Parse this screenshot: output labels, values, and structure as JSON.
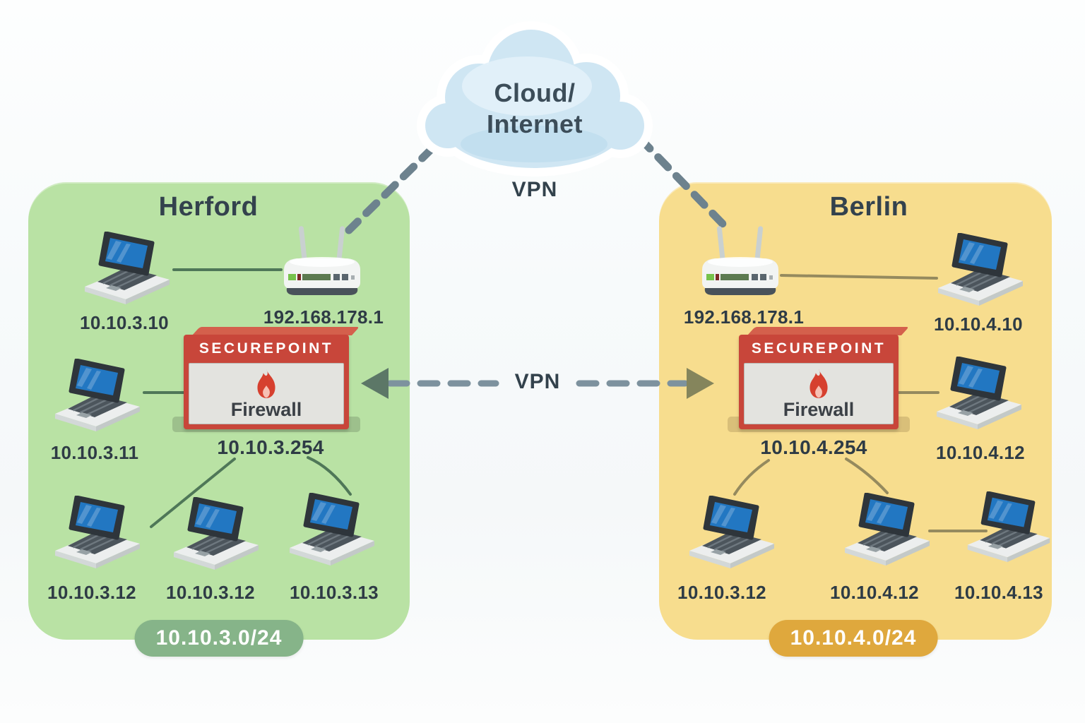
{
  "cloud": {
    "line1": "Cloud/",
    "line2": "Internet",
    "vpn_label": "VPN"
  },
  "vpn": {
    "center_label": "VPN"
  },
  "sites": {
    "herford": {
      "name": "Herford",
      "subnet": "10.10.3.0/24",
      "router_ip": "192.168.178.1",
      "firewall": {
        "brand": "SECUREPOINT",
        "label": "Firewall",
        "ip": "10.10.3.254"
      },
      "devices": {
        "lan_top": "10.10.3.10",
        "lan_mid": "10.10.3.11",
        "lan_b1": "10.10.3.12",
        "lan_b2": "10.10.3.12",
        "lan_b3": "10.10.3.13"
      }
    },
    "berlin": {
      "name": "Berlin",
      "subnet": "10.10.4.0/24",
      "router_ip": "192.168.178.1",
      "firewall": {
        "brand": "SECUREPOINT",
        "label": "Firewall",
        "ip": "10.10.4.254"
      },
      "devices": {
        "lan_top": "10.10.4.10",
        "lan_right": "10.10.4.12",
        "lan_b1": "10.10.3.12",
        "lan_b2": "10.10.4.12",
        "lan_b3": "10.10.4.13"
      }
    }
  },
  "colors": {
    "herford_bg": "#b9e2a4",
    "herford_pill": "#86b489",
    "berlin_bg": "#f7dd8e",
    "berlin_pill": "#dfa83d",
    "firewall_red": "#c8463a",
    "vpn_dash": "#7d929e",
    "text_dark": "#2f3d47"
  }
}
